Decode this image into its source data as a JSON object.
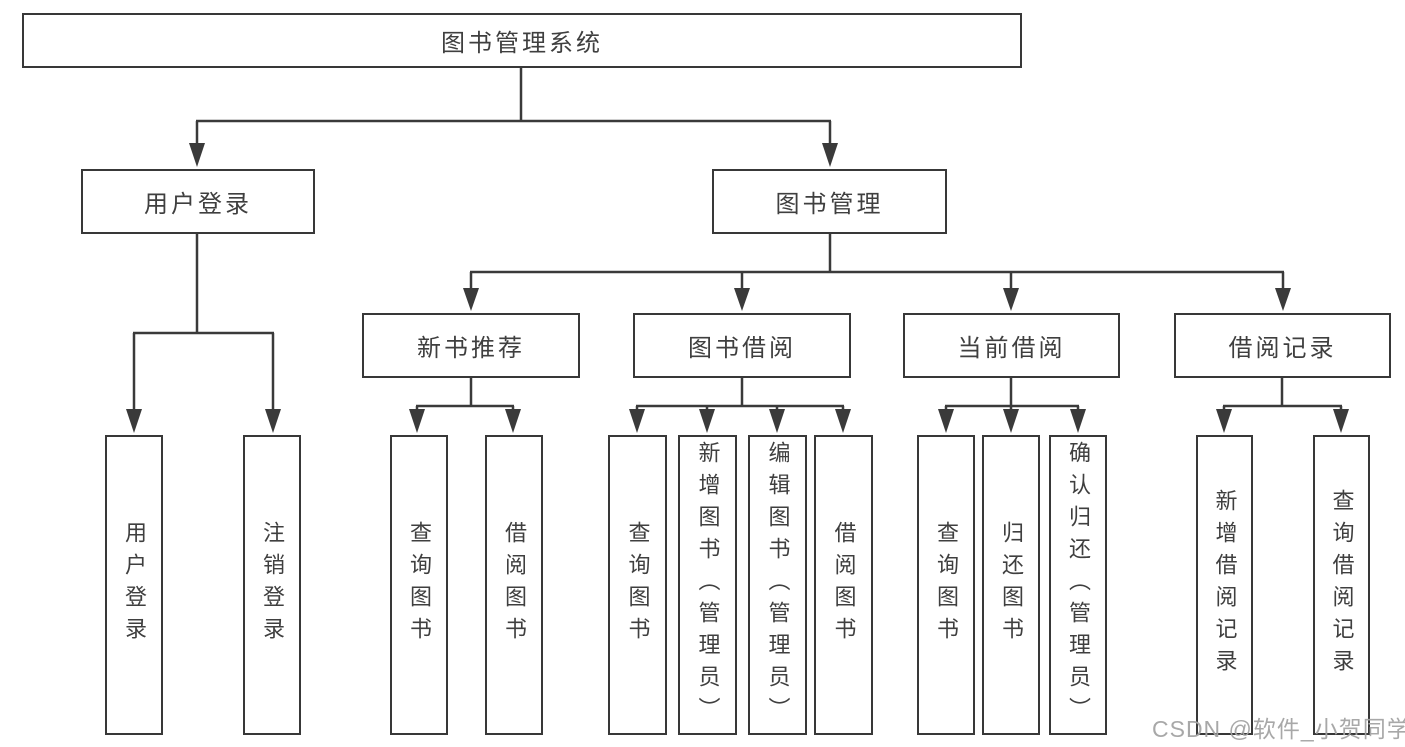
{
  "diagram": {
    "root": {
      "label": "图书管理系统"
    },
    "user_branch": {
      "label": "用户登录",
      "children": [
        {
          "label": "用户登录"
        },
        {
          "label": "注销登录"
        }
      ]
    },
    "mgmt_branch": {
      "label": "图书管理",
      "sections": [
        {
          "label": "新书推荐",
          "children": [
            {
              "label": "查询图书"
            },
            {
              "label": "借阅图书"
            }
          ]
        },
        {
          "label": "图书借阅",
          "children": [
            {
              "label": "查询图书"
            },
            {
              "label": "新增图书（管理员）"
            },
            {
              "label": "编辑图书（管理员）"
            },
            {
              "label": "借阅图书"
            }
          ]
        },
        {
          "label": "当前借阅",
          "children": [
            {
              "label": "查询图书"
            },
            {
              "label": "归还图书"
            },
            {
              "label": "确认归还（管理员）"
            }
          ]
        },
        {
          "label": "借阅记录",
          "children": [
            {
              "label": "新增借阅记录"
            },
            {
              "label": "查询借阅记录"
            }
          ]
        }
      ]
    },
    "line_color": "#3a3a3a"
  },
  "watermark": {
    "text": "CSDN @软件_小贺同学"
  }
}
